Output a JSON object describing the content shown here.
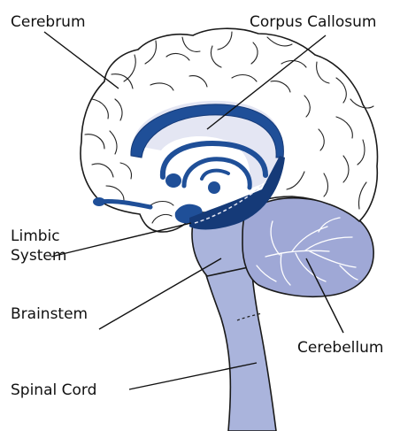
{
  "labels": {
    "cerebrum": "Cerebrum",
    "corpus_callosum": "Corpus Callosum",
    "limbic_line1": "Limbic",
    "limbic_line2": "System",
    "brainstem": "Brainstem",
    "cerebellum": "Cerebellum",
    "spinal_cord": "Spinal Cord"
  },
  "colors": {
    "cerebrum_fill": "#ffffff",
    "corpus_callosum_light": "#e4e6f3",
    "limbic_dark": "#1f4f98",
    "limbic_navy": "#153a78",
    "brainstem_fill": "#aab4dc",
    "cerebellum_fill": "#9fa8d6",
    "outline": "#1a1a1a"
  }
}
